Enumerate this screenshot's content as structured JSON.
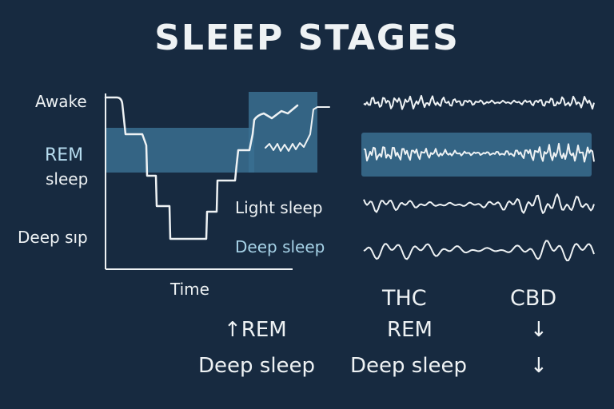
{
  "title": "SLEEP STAGES",
  "hypnogram": {
    "stage_labels": {
      "awake": "Awake",
      "rem_line1": "REM",
      "rem_line2": "sleep",
      "deep": "Deep sıp"
    },
    "x_label": "Time",
    "inline_labels": {
      "light": "Light sleep",
      "deep": "Deep sleep"
    }
  },
  "comparison": {
    "col_thc": "THC",
    "col_cbd": "CBD",
    "row1": {
      "effect": "↑REM",
      "thc": "REM",
      "cbd": "↓"
    },
    "row2": {
      "effect": "Deep sleep",
      "thc": "Deep sleep",
      "cbd": "↓"
    }
  },
  "colors": {
    "background": "#172a40",
    "highlight": "#3a6e90",
    "line": "#eef2f4",
    "accent_text": "#a7d3e8"
  }
}
